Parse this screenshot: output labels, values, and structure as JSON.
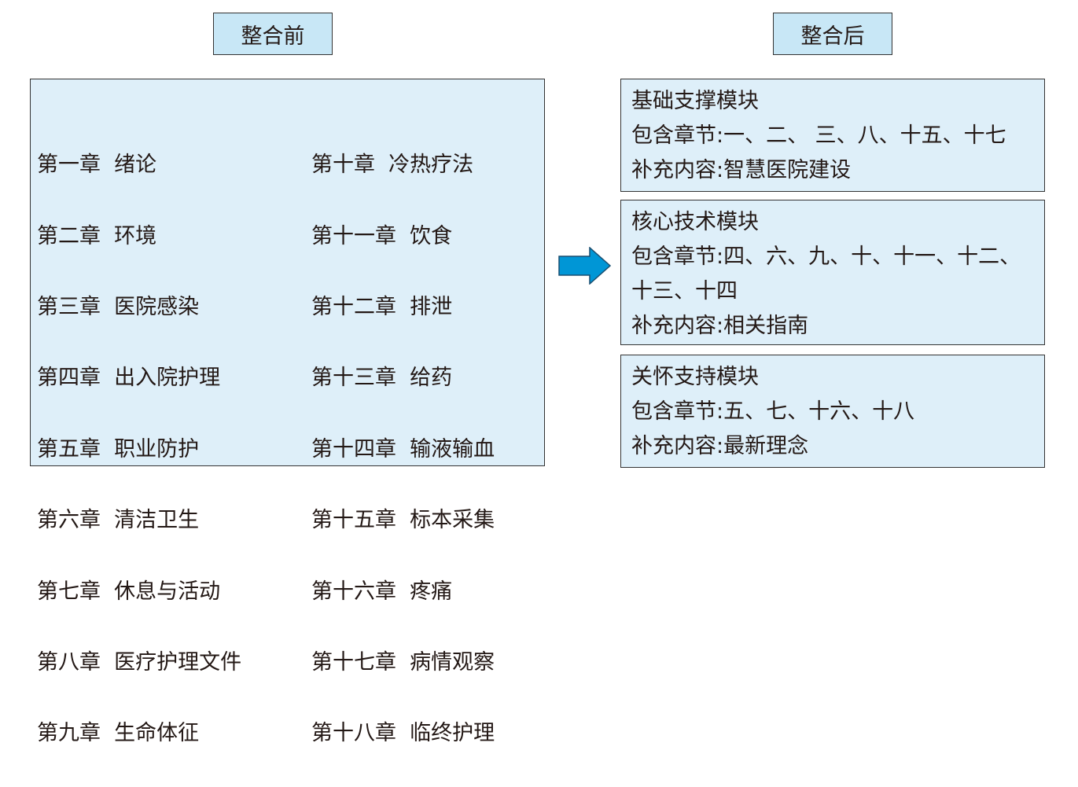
{
  "before": {
    "title": "整合前",
    "left_chapters": [
      "第一章  绪论",
      "第二章  环境",
      "第三章  医院感染",
      "第四章  出入院护理",
      "第五章  职业防护",
      "第六章  清洁卫生",
      "第七章  休息与活动",
      "第八章  医疗护理文件",
      "第九章  生命体征"
    ],
    "right_chapters": [
      "第十章  冷热疗法",
      "第十一章  饮食",
      "第十二章  排泄",
      "第十三章  给药",
      "第十四章  输液输血",
      "第十五章  标本采集",
      "第十六章  疼痛",
      "第十七章  病情观察",
      "第十八章  临终护理"
    ]
  },
  "after": {
    "title": "整合后",
    "modules": [
      {
        "name": "基础支撑模块",
        "chapters": [
          "包含章节:一、二、 三、八、十五、十七"
        ],
        "supplement": "补充内容:智慧医院建设"
      },
      {
        "name": "核心技术模块",
        "chapters": [
          "包含章节:四、六、九、十、十一、十二、",
          "十三、十四"
        ],
        "supplement": "补充内容:相关指南"
      },
      {
        "name": "关怀支持模块",
        "chapters": [
          "包含章节:五、七、十六、十八"
        ],
        "supplement": "补充内容:最新理念"
      }
    ]
  },
  "colors": {
    "arrow": "#0096d6",
    "box": "#deeff9",
    "header": "#c8e7f6"
  }
}
